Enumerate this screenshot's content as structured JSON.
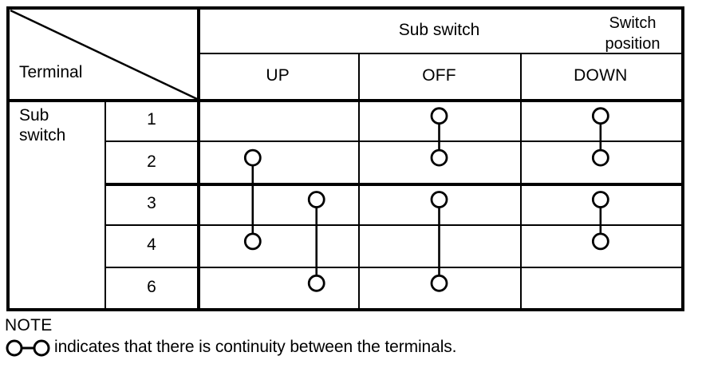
{
  "table": {
    "corner": {
      "column_axis_label": "Switch position",
      "column_axis_label_line1": "Switch",
      "column_axis_label_line2": "position",
      "row_axis_label": "Terminal"
    },
    "group_header": "Sub switch",
    "column_headers": [
      "UP",
      "OFF",
      "DOWN"
    ],
    "row_group_label": "Sub switch",
    "row_group_label_line1": "Sub",
    "row_group_label_line2": "switch",
    "terminals": [
      "1",
      "2",
      "3",
      "4",
      "6"
    ],
    "continuity": [
      {
        "column": "UP",
        "terminals": [
          "2",
          "4"
        ],
        "lane": 0
      },
      {
        "column": "UP",
        "terminals": [
          "3",
          "6"
        ],
        "lane": 1
      },
      {
        "column": "OFF",
        "terminals": [
          "1",
          "2"
        ],
        "lane": 0
      },
      {
        "column": "OFF",
        "terminals": [
          "3",
          "6"
        ],
        "lane": 0
      },
      {
        "column": "DOWN",
        "terminals": [
          "1",
          "2"
        ],
        "lane": 0
      },
      {
        "column": "DOWN",
        "terminals": [
          "3",
          "4"
        ],
        "lane": 0
      }
    ]
  },
  "note": {
    "title": "NOTE",
    "symbol": "circle-line-circle",
    "text": "indicates that there is continuity between the terminals."
  },
  "colors": {
    "ink": "#000000",
    "paper": "#ffffff"
  }
}
